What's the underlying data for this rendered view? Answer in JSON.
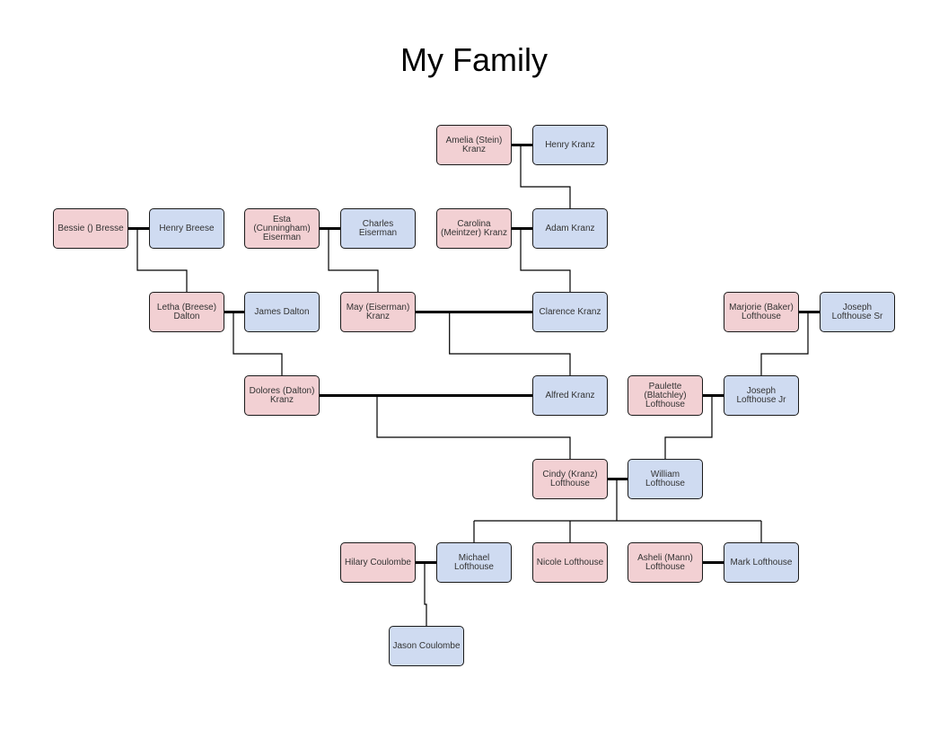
{
  "title": "My Family",
  "colors": {
    "female": "#f2d0d3",
    "male": "#cfdbf1",
    "border": "#1a1a1a"
  },
  "people": {
    "amelia": {
      "name": "Amelia (Stein) Kranz",
      "gender": "female"
    },
    "henry_k": {
      "name": "Henry Kranz",
      "gender": "male"
    },
    "bessie": {
      "name": "Bessie () Bresse",
      "gender": "female"
    },
    "henry_b": {
      "name": "Henry Breese",
      "gender": "male"
    },
    "esta": {
      "name": "Esta (Cunningham) Eiserman",
      "gender": "female"
    },
    "charles": {
      "name": "Charles Eiserman",
      "gender": "male"
    },
    "carolina": {
      "name": "Carolina (Meintzer) Kranz",
      "gender": "female"
    },
    "adam": {
      "name": "Adam Kranz",
      "gender": "male"
    },
    "letha": {
      "name": "Letha (Breese) Dalton",
      "gender": "female"
    },
    "james": {
      "name": "James Dalton",
      "gender": "male"
    },
    "may": {
      "name": "May (Eiserman) Kranz",
      "gender": "female"
    },
    "clarence": {
      "name": "Clarence Kranz",
      "gender": "male"
    },
    "marjorie": {
      "name": "Marjorie (Baker) Lofthouse",
      "gender": "female"
    },
    "joseph_sr": {
      "name": "Joseph Lofthouse Sr",
      "gender": "male"
    },
    "dolores": {
      "name": "Dolores (Dalton) Kranz",
      "gender": "female"
    },
    "alfred": {
      "name": "Alfred Kranz",
      "gender": "male"
    },
    "paulette": {
      "name": "Paulette (Blatchley) Lofthouse",
      "gender": "female"
    },
    "joseph_jr": {
      "name": "Joseph Lofthouse Jr",
      "gender": "male"
    },
    "cindy": {
      "name": "Cindy (Kranz) Lofthouse",
      "gender": "female"
    },
    "william": {
      "name": "William Lofthouse",
      "gender": "male"
    },
    "hilary": {
      "name": "Hilary Coulombe",
      "gender": "female"
    },
    "michael": {
      "name": "Michael Lofthouse",
      "gender": "male"
    },
    "nicole": {
      "name": "Nicole Lofthouse",
      "gender": "female"
    },
    "asheli": {
      "name": "Asheli (Mann) Lofthouse",
      "gender": "female"
    },
    "mark": {
      "name": "Mark Lofthouse",
      "gender": "male"
    },
    "jason": {
      "name": "Jason Coulombe",
      "gender": "male"
    }
  },
  "couples": [
    [
      "amelia",
      "henry_k"
    ],
    [
      "bessie",
      "henry_b"
    ],
    [
      "esta",
      "charles"
    ],
    [
      "carolina",
      "adam"
    ],
    [
      "letha",
      "james"
    ],
    [
      "may",
      "clarence"
    ],
    [
      "marjorie",
      "joseph_sr"
    ],
    [
      "dolores",
      "alfred"
    ],
    [
      "paulette",
      "joseph_jr"
    ],
    [
      "cindy",
      "william"
    ],
    [
      "hilary",
      "michael"
    ],
    [
      "asheli",
      "mark"
    ]
  ],
  "parent_child": [
    {
      "parents": [
        "amelia",
        "henry_k"
      ],
      "children": [
        "adam"
      ]
    },
    {
      "parents": [
        "bessie",
        "henry_b"
      ],
      "children": [
        "letha"
      ]
    },
    {
      "parents": [
        "esta",
        "charles"
      ],
      "children": [
        "may"
      ]
    },
    {
      "parents": [
        "carolina",
        "adam"
      ],
      "children": [
        "clarence"
      ]
    },
    {
      "parents": [
        "letha",
        "james"
      ],
      "children": [
        "dolores"
      ]
    },
    {
      "parents": [
        "may",
        "clarence"
      ],
      "children": [
        "alfred"
      ]
    },
    {
      "parents": [
        "marjorie",
        "joseph_sr"
      ],
      "children": [
        "joseph_jr"
      ]
    },
    {
      "parents": [
        "dolores",
        "alfred"
      ],
      "children": [
        "cindy"
      ]
    },
    {
      "parents": [
        "paulette",
        "joseph_jr"
      ],
      "children": [
        "william"
      ]
    },
    {
      "parents": [
        "cindy",
        "william"
      ],
      "children": [
        "michael",
        "nicole",
        "mark"
      ]
    },
    {
      "parents": [
        "hilary",
        "michael"
      ],
      "children": [
        "jason"
      ]
    }
  ]
}
